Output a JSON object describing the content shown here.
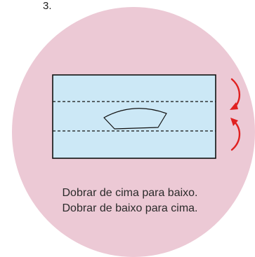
{
  "step": {
    "number": "3."
  },
  "instructions": {
    "line1": "Dobrar de cima para baixo.",
    "line2": "Dobrar de baixo para cima."
  },
  "colors": {
    "circle_background": "#ecc9d5",
    "paper_fill": "#cce8f6",
    "outline": "#111111",
    "arrow": "#e02020"
  },
  "icons": {
    "fold_down": "curved-arrow-down-icon",
    "fold_up": "curved-arrow-up-icon"
  }
}
